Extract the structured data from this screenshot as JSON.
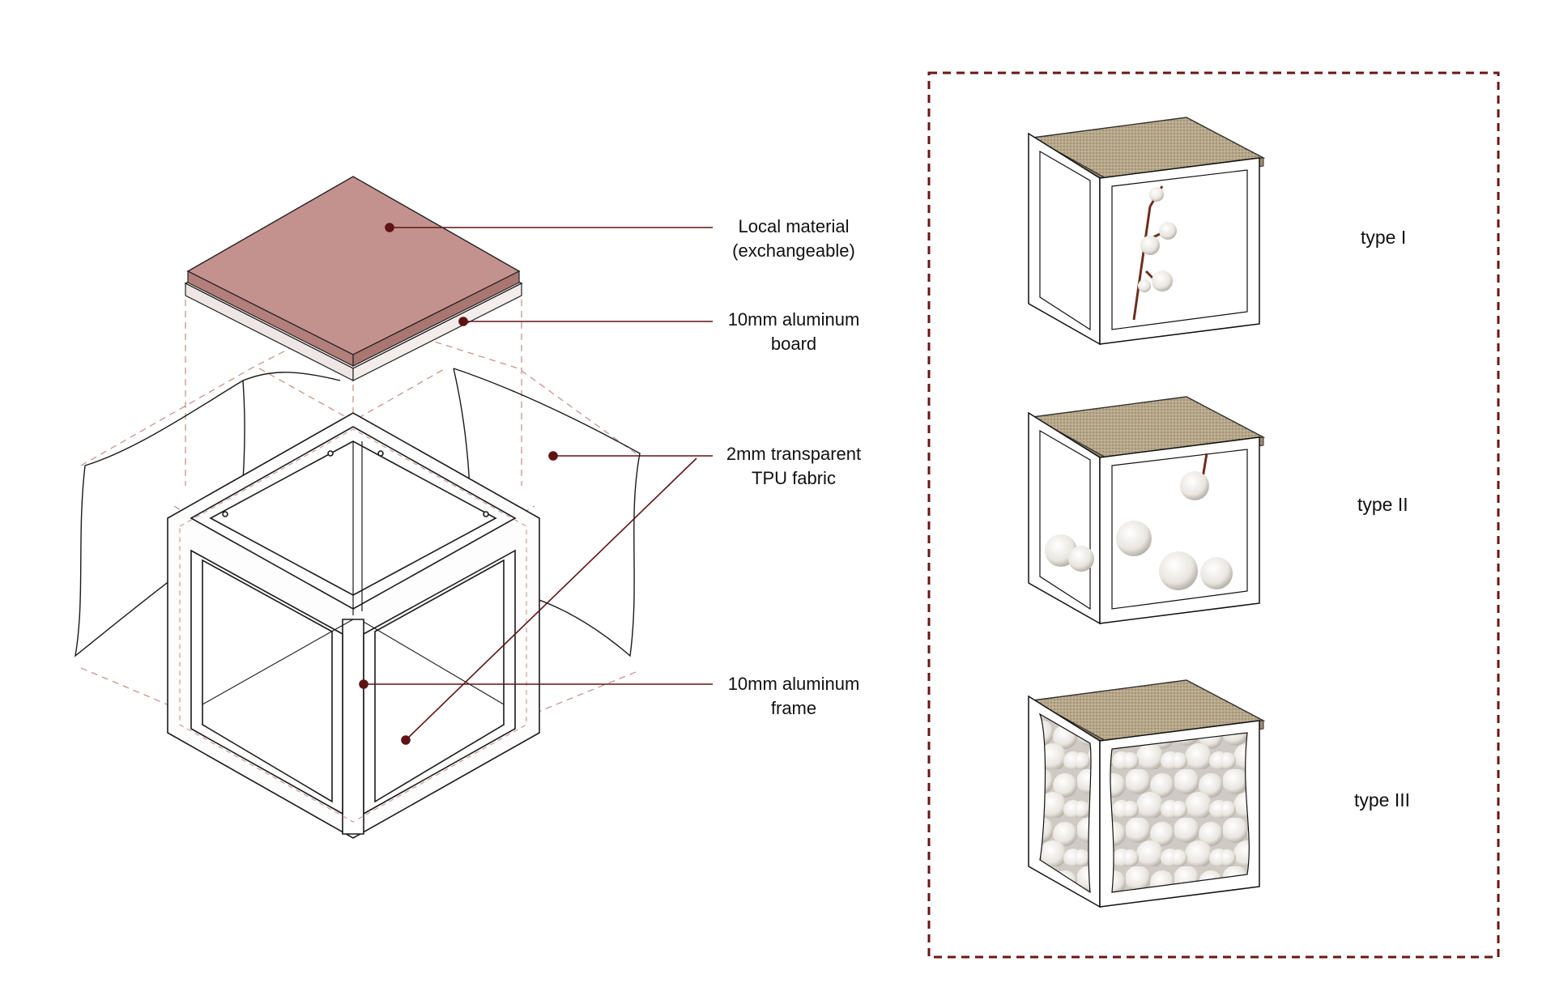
{
  "diagram": {
    "accent_color": "#5e1414",
    "panel_border_color": "#6b1515",
    "top_board_color": "#c4928e",
    "callouts": [
      {
        "id": "local-material",
        "lines": [
          "Local material",
          "(exchangeable)"
        ]
      },
      {
        "id": "aluminum-board",
        "lines": [
          "10mm aluminum",
          "board"
        ]
      },
      {
        "id": "tpu-fabric",
        "lines": [
          "2mm transparent",
          "TPU fabric"
        ]
      },
      {
        "id": "aluminum-frame",
        "lines": [
          "10mm aluminum",
          "frame"
        ]
      }
    ],
    "variants": [
      {
        "id": "type-1",
        "label": "type I",
        "fill": "cotton branch standing"
      },
      {
        "id": "type-2",
        "label": "type II",
        "fill": "loose cotton bolls"
      },
      {
        "id": "type-3",
        "label": "type III",
        "fill": "cotton fully packed"
      }
    ]
  }
}
